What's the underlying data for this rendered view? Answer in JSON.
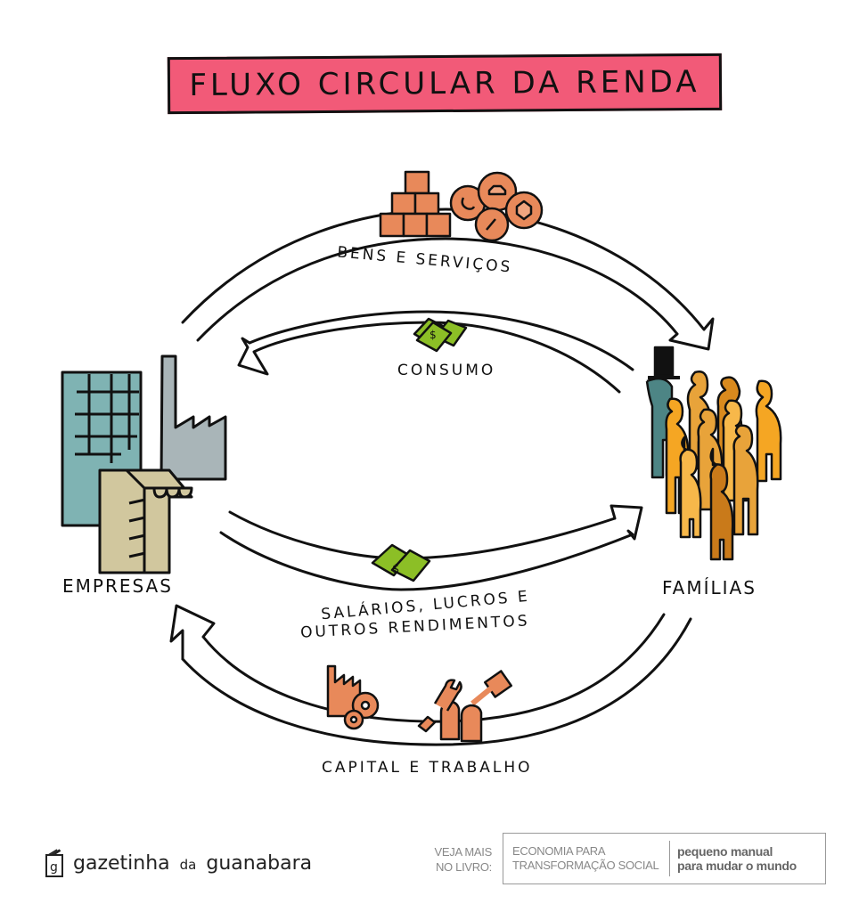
{
  "title": "FLUXO CIRCULAR DA RENDA",
  "nodes": {
    "empresas": {
      "label": "EMPRESAS",
      "icon": "buildings-factory-shop-icon"
    },
    "familias": {
      "label": "FAMÍLIAS",
      "icon": "people-group-icon"
    }
  },
  "flows": [
    {
      "label": "BENS E SERVIÇOS",
      "from": "EMPRESAS",
      "to": "FAMÍLIAS",
      "icon": "goods-and-services-icon",
      "type": "real"
    },
    {
      "label": "CONSUMO",
      "from": "FAMÍLIAS",
      "to": "EMPRESAS",
      "icon": "money-bills-icon",
      "type": "monetary"
    },
    {
      "label_line1": "SALÁRIOS, LUCROS E",
      "label_line2": "OUTROS RENDIMENTOS",
      "from": "EMPRESAS",
      "to": "FAMÍLIAS",
      "icon": "money-bills-icon",
      "type": "monetary"
    },
    {
      "label": "CAPITAL E TRABALHO",
      "from": "FAMÍLIAS",
      "to": "EMPRESAS",
      "icon": "gears-and-tools-icon",
      "type": "real"
    }
  ],
  "colors": {
    "title_bg": "#f25a78",
    "goods": "#e8895a",
    "money": "#8cbf26",
    "office": "#7fb3b3",
    "factory": "#a9b5b8",
    "shop": "#d1c79e",
    "people": [
      "#f5a623",
      "#e8a33a",
      "#d98a1e",
      "#c97a1a",
      "#f7b84a"
    ],
    "capitalist": "#4d8585"
  },
  "footer": {
    "brand_main": "gazetinha",
    "brand_small": "da",
    "brand_end": "guanabara",
    "veja_line1": "VEJA MAIS",
    "veja_line2": "NO LIVRO:",
    "book_title_line1": "ECONOMIA PARA",
    "book_title_line2": "TRANSFORMAÇÃO SOCIAL",
    "book_subtitle_line1": "pequeno manual",
    "book_subtitle_line2": "para mudar o mundo"
  }
}
